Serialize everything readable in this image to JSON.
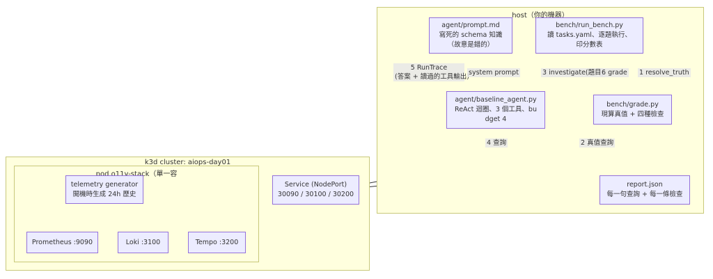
{
  "clusters": {
    "host": "host（你的機器）",
    "k3d": "k3d cluster: aiops-day01",
    "pod": "pod o11y-stack（單一容"
  },
  "nodes": {
    "prompt": [
      "agent/prompt.md",
      "寫死的 schema 知識",
      "（故意是錯的）"
    ],
    "run_bench": [
      "bench/run_bench.py",
      "讀 tasks.yaml、逐題執行、",
      "印分數表"
    ],
    "agent": [
      "agent/baseline_agent.py",
      "ReAct 迴圈、3 個工具、bu",
      "dget 4"
    ],
    "grade": [
      "bench/grade.py",
      "現算真值 + 四種檢查"
    ],
    "report": [
      "report.json",
      "每一句查詢 + 每一條檢查"
    ],
    "telemetry": [
      "telemetry generator",
      "開機時生成 24h 歷史"
    ],
    "service": [
      "Service (NodePort)",
      "30090 / 30100 / 30200"
    ],
    "prometheus": [
      "Prometheus :9090"
    ],
    "loki": [
      "Loki :3100"
    ],
    "tempo": [
      "Tempo :3200"
    ]
  },
  "edge_labels": {
    "runtrace": [
      "5 RunTrace",
      "(答案 + 讀過的工具輸出)"
    ],
    "system_prompt": [
      "system prompt"
    ],
    "investigate": [
      "3 investigate(題目)"
    ],
    "grade": [
      "6 grade"
    ],
    "resolve_truth": [
      "1 resolve_truth"
    ],
    "query": [
      "4 查詢"
    ],
    "truth_query": [
      "2 真值查詢"
    ]
  },
  "colors": {
    "cluster_fill": "#ffffde",
    "cluster_border": "#c8c87a",
    "node_fill": "#ececff",
    "node_border": "#9370db",
    "edge": "#333333",
    "label_bg": "#e8e8e8"
  }
}
